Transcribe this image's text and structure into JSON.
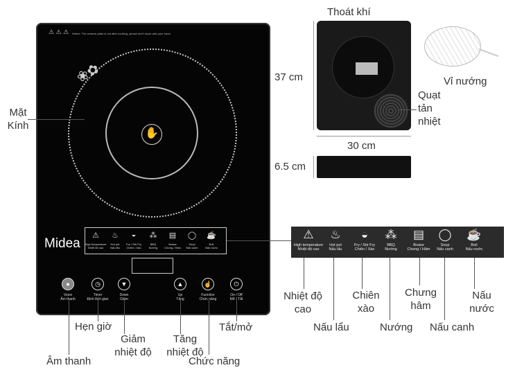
{
  "cooktop": {
    "notice": "Notice: The ceramic plate is hot after cooking, please don't touch with your hand",
    "brand": "Midea",
    "panel": [
      {
        "en": "High temperature",
        "vi": "Nhiệt độ cao",
        "icon": "warning-icon"
      },
      {
        "en": "Hot pot",
        "vi": "Nấu lẩu",
        "icon": "hot-pot-icon"
      },
      {
        "en": "Fry / Stir Fry",
        "vi": "Chiên / Xào",
        "icon": "frying-pan-icon"
      },
      {
        "en": "BBQ",
        "vi": "Nướng",
        "icon": "skewer-icon"
      },
      {
        "en": "Braise",
        "vi": "Chưng / Hâm",
        "icon": "pot-icon"
      },
      {
        "en": "Soup",
        "vi": "Nấu canh",
        "icon": "soup-jar-icon"
      },
      {
        "en": "Boil",
        "vi": "Nấu nước",
        "icon": "kettle-icon"
      }
    ],
    "buttons": [
      {
        "en": "Voice",
        "vi": "Âm thanh",
        "icon": "voice-icon"
      },
      {
        "en": "Timer",
        "vi": "Định thời gian",
        "icon": "clock-icon"
      },
      {
        "en": "Down",
        "vi": "Giảm",
        "icon": "down-arrow-icon"
      },
      {
        "en": "Up",
        "vi": "Tăng",
        "icon": "up-arrow-icon"
      },
      {
        "en": "Function",
        "vi": "Chức năng",
        "icon": "hand-icon"
      },
      {
        "en": "On / Off",
        "vi": "Mở / Tắt",
        "icon": "power-icon"
      }
    ]
  },
  "callouts": {
    "glass": "Mặt Kính",
    "timer": "Hẹn giờ",
    "sound": "Âm thanh",
    "down": "Giảm nhiệt độ",
    "up": "Tăng nhiệt độ",
    "function": "Chức năng",
    "power": "Tắt/mở"
  },
  "right": {
    "vent": "Thoát khí",
    "height": "37 cm",
    "width": "30 cm",
    "depth": "6.5 cm",
    "fan": "Quạt tản nhiệt",
    "grill": "Vỉ nướng"
  },
  "strip_labels": [
    "Nhiệt độ cao",
    "Nấu lẩu",
    "Chiên xào",
    "Nướng",
    "Chưng hâm",
    "Nấu canh",
    "Nấu nước"
  ]
}
